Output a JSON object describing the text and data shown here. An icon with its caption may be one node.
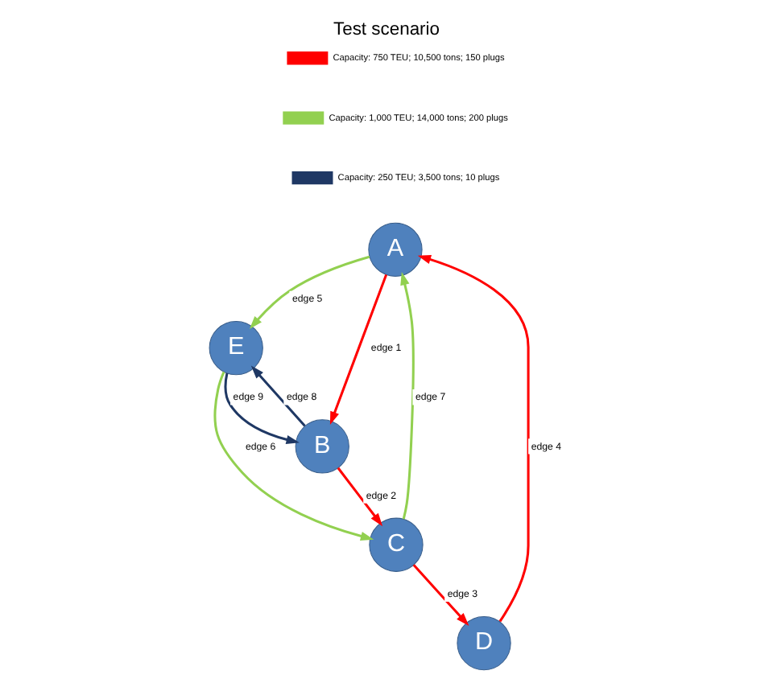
{
  "diagram": {
    "title": "Test scenario",
    "nodes": [
      {
        "text": [
          "A"
        ]
      },
      {
        "text": [
          "E"
        ]
      },
      {
        "text": [
          "B"
        ]
      },
      {
        "text": [
          "D"
        ]
      },
      {
        "text": [
          "C"
        ]
      }
    ],
    "edges": [
      {
        "from": 0,
        "to": 2,
        "arrow": "to",
        "label": "edge 1"
      },
      {
        "from": 2,
        "to": 4,
        "arrow": "to",
        "label": "edge 2"
      },
      {
        "from": 4,
        "to": 3,
        "arrow": "to",
        "label": "edge 3"
      },
      {
        "from": 3,
        "to": 0,
        "arrow": "to",
        "label": "edge 4"
      },
      {
        "from": 0,
        "to": 1,
        "arrow": "to",
        "label": "edge 5",
        "color": "#92d050"
      },
      {
        "from": 1,
        "to": 4,
        "arrow": "to",
        "label": "edge 6",
        "color": "#92d050"
      },
      {
        "from": 4,
        "to": 0,
        "arrow": "to",
        "label": "edge 7",
        "color": "#92d050"
      },
      {
        "from": 2,
        "to": 1,
        "arrow": "to",
        "label": "edge 8",
        "color": "#1f3864"
      },
      {
        "from": 1,
        "to": 2,
        "arrow": "to",
        "label": "edge 9",
        "color": "#1f3864"
      }
    ],
    "legend": [
      {
        "text": "Capacity: 750 TEU; 10,500 tons; 150 plugs",
        "color": "#ff0000"
      },
      {
        "text": "Capacity: 1,000 TEU; 14,000 tons; 200 plugs",
        "color": "#92d050"
      },
      {
        "text": "Capacity: 250 TEU; 3,500 tons; 10 plugs",
        "color": "#1f3864"
      }
    ]
  }
}
